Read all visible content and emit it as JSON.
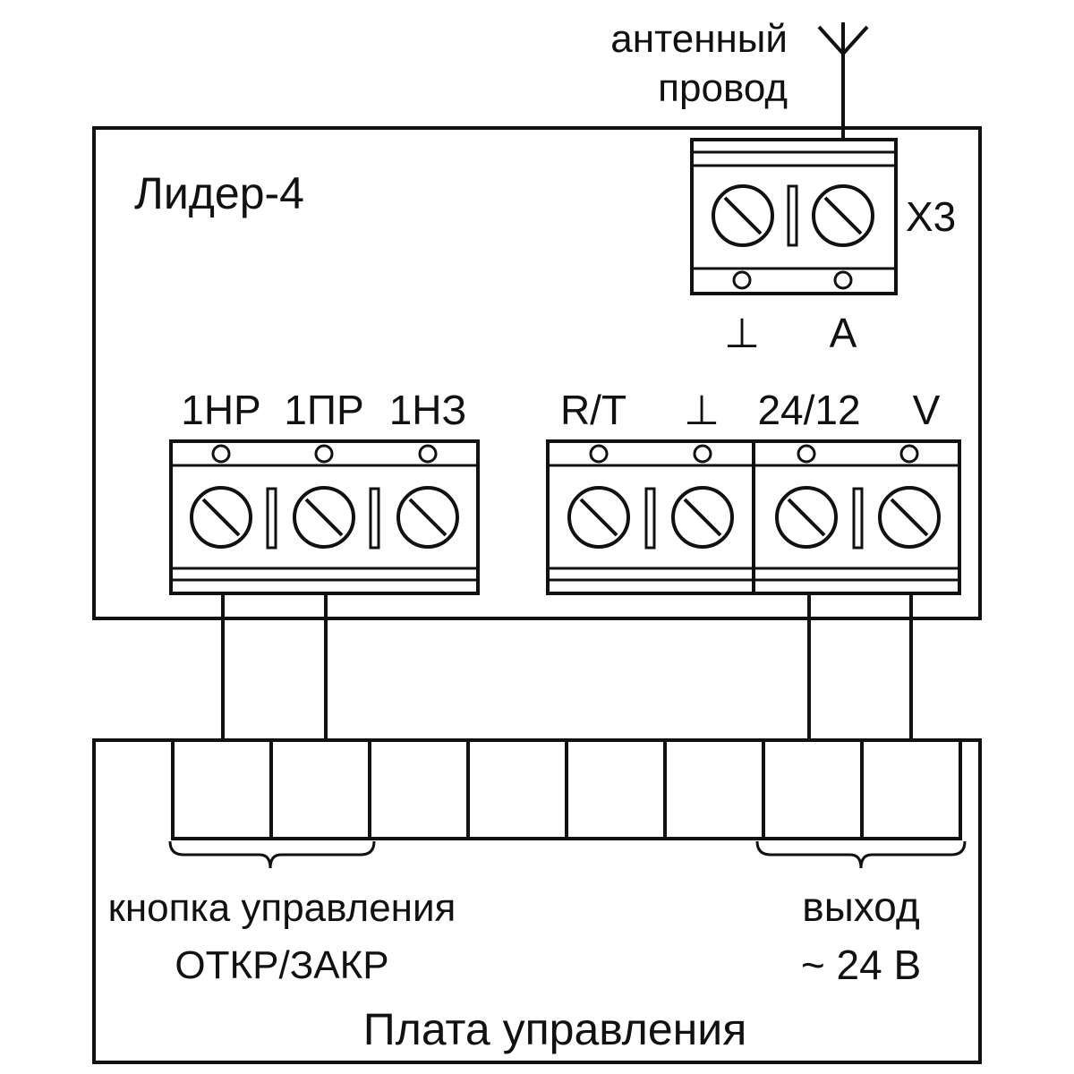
{
  "antenna": {
    "label_line1": "антенный",
    "label_line2": "провод"
  },
  "device": {
    "name": "Лидер-4",
    "x3": {
      "label": "X3",
      "pins": [
        "⊥",
        "A"
      ]
    },
    "block_left": {
      "pins": [
        "1НР",
        "1ПР",
        "1НЗ"
      ]
    },
    "block_right": {
      "pins": [
        "R/T",
        "⊥",
        "24/12",
        "V"
      ]
    }
  },
  "board": {
    "title": "Плата управления",
    "left_note_line1": "кнопка управления",
    "left_note_line2": "ОТКР/ЗАКР",
    "right_note_line1": "выход",
    "right_note_line2": "~ 24 В"
  }
}
